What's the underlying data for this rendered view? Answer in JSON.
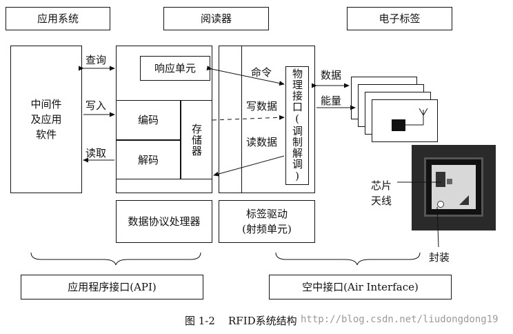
{
  "headers": {
    "app_system": "应用系统",
    "reader": "阅读器",
    "tag": "电子标签"
  },
  "app": {
    "middleware": "中间件\n及应用\n软件",
    "query": "查询",
    "write": "写入",
    "read": "读取"
  },
  "processor": {
    "response_unit": "响应单元",
    "encode": "编码",
    "decode": "解码",
    "storage": "存储器",
    "label": "数据协议处理器"
  },
  "driver": {
    "command": "命令",
    "write_data": "写数据",
    "read_data": "读数据",
    "physical_interface": "物理接口(调制解调)",
    "label": "标签驱动\n(射频单元)"
  },
  "tag_side": {
    "data": "数据",
    "energy": "能量",
    "chip_antenna": "芯片\n天线",
    "package": "封装"
  },
  "interfaces": {
    "api": "应用程序接口(API)",
    "air": "空中接口(Air Interface)"
  },
  "caption": "图 1-2    RFID系统结构",
  "watermark": "http://blog.csdn.net/liudongdong19",
  "colors": {
    "line": "#111111",
    "chip_bg": "#2a2a2a",
    "chip_inner": "#d8d8d8"
  }
}
